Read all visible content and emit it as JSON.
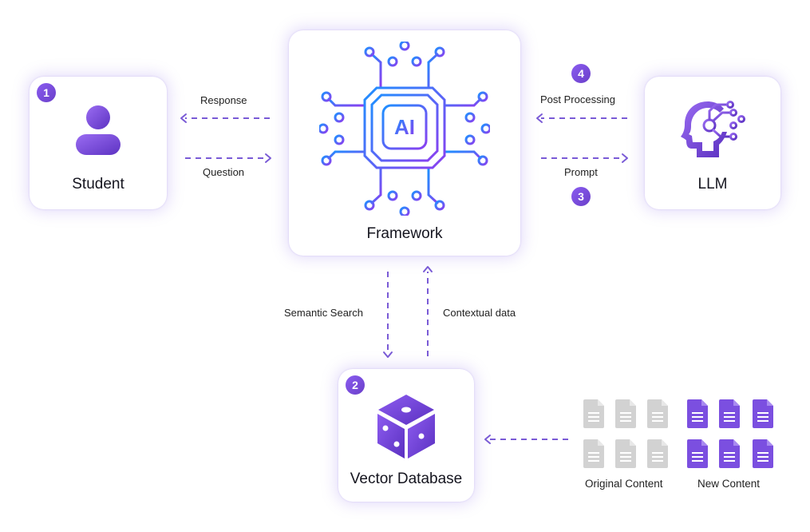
{
  "nodes": {
    "student": {
      "title": "Student",
      "badge": "1"
    },
    "framework": {
      "title": "Framework",
      "chip_text": "AI"
    },
    "llm": {
      "title": "LLM"
    },
    "vector_db": {
      "title": "Vector Database",
      "badge": "2"
    }
  },
  "badges": {
    "prompt": "3",
    "post_processing": "4"
  },
  "edges": {
    "response": "Response",
    "question": "Question",
    "post_processing": "Post Processing",
    "prompt": "Prompt",
    "semantic_search": "Semantic Search",
    "contextual_data": "Contextual data"
  },
  "content_groups": {
    "original": {
      "label": "Original Content",
      "color": "#d2d2d2"
    },
    "new": {
      "label": "New Content",
      "color": "#7b4fe0"
    }
  },
  "colors": {
    "accent": "#7b4fe0",
    "arrow": "#7a5bd6",
    "chip_blue": "#1e90ff",
    "chip_purple": "#8a3ff0"
  }
}
